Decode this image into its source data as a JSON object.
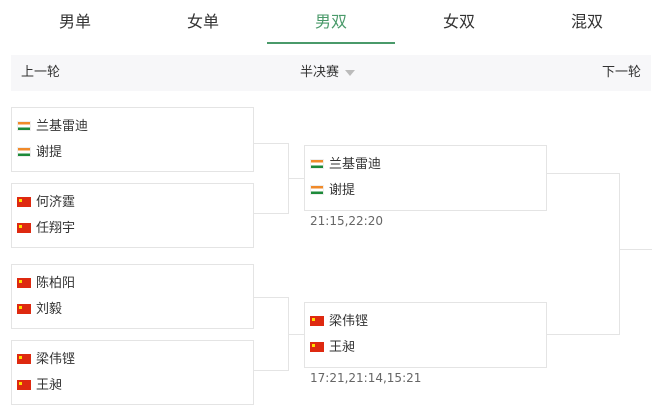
{
  "tabs": [
    {
      "label": "男单"
    },
    {
      "label": "女单"
    },
    {
      "label": "男双"
    },
    {
      "label": "女双"
    },
    {
      "label": "混双"
    }
  ],
  "round_nav": {
    "prev": "上一轮",
    "current": "半决赛",
    "next": "下一轮"
  },
  "quarterfinals": [
    {
      "players": [
        {
          "name": "兰基雷迪",
          "flag": "india"
        },
        {
          "name": "谢提",
          "flag": "india"
        }
      ]
    },
    {
      "players": [
        {
          "name": "何济霆",
          "flag": "china"
        },
        {
          "name": "任翔宇",
          "flag": "china"
        }
      ]
    },
    {
      "players": [
        {
          "name": "陈柏阳",
          "flag": "china"
        },
        {
          "name": "刘毅",
          "flag": "china"
        }
      ]
    },
    {
      "players": [
        {
          "name": "梁伟铿",
          "flag": "china"
        },
        {
          "name": "王昶",
          "flag": "china"
        }
      ]
    }
  ],
  "semifinals": [
    {
      "players": [
        {
          "name": "兰基雷迪",
          "flag": "india"
        },
        {
          "name": "谢提",
          "flag": "india"
        }
      ],
      "score": "21:15,22:20"
    },
    {
      "players": [
        {
          "name": "梁伟铿",
          "flag": "china"
        },
        {
          "name": "王昶",
          "flag": "china"
        }
      ],
      "score": "17:21,21:14,15:21"
    }
  ],
  "colors": {
    "accent": "#4a9a6a",
    "india_saffron": "#f08a2a",
    "india_green": "#1d8a3a",
    "china_red": "#de2910",
    "china_yellow": "#ffde00"
  }
}
